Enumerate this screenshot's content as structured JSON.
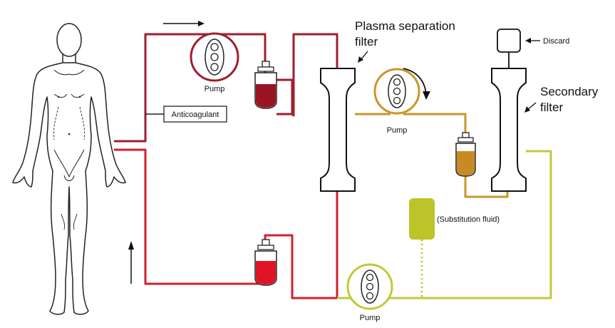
{
  "labels": {
    "pump_top": "Pump",
    "pump_middle": "Pump",
    "pump_bottom": "Pump",
    "anticoagulant": "Anticoagulant",
    "plasma_filter_line1": "Plasma separation",
    "plasma_filter_line2": "filter",
    "secondary_filter_line1": "Secondary",
    "secondary_filter_line2": "filter",
    "discard": "Discard",
    "substitution_fluid": "(Substitution fluid)"
  },
  "colors": {
    "venous_line": "#a01e2e",
    "arterial_line": "#d31f2f",
    "plasma_line": "#c8962a",
    "substitution_line": "#c2c83a",
    "dark_blood": "#9a1424",
    "bright_blood": "#e01424",
    "plasma": "#c88a22",
    "substitution_bag": "#bcc42a",
    "outline": "#111111"
  },
  "icons": {
    "human_figure": "human-body-figure",
    "flow_arrow_top": "arrow-right",
    "flow_arrow_left": "arrow-up",
    "rotation_arrow": "clockwise-arrow"
  }
}
